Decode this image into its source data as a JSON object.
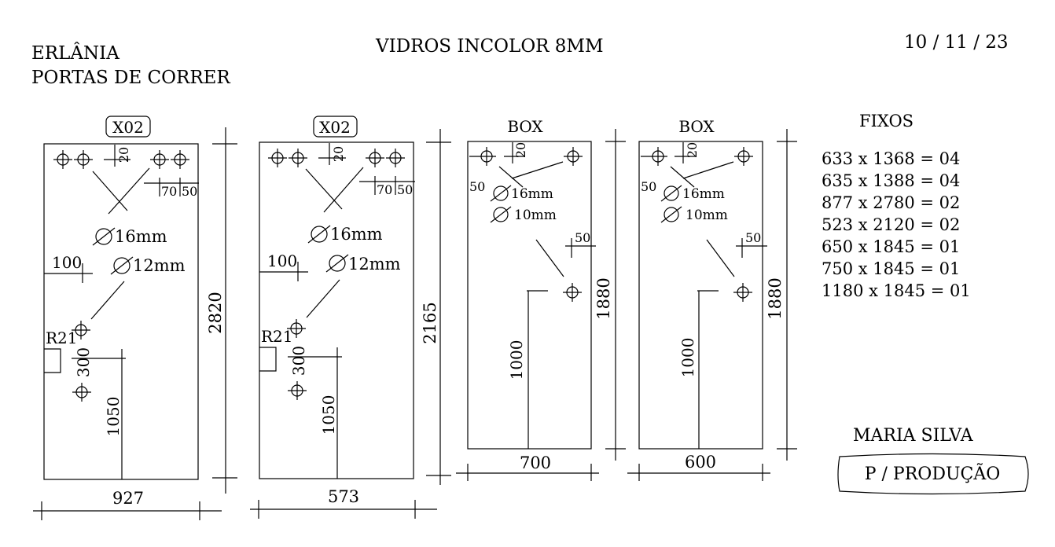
{
  "header": {
    "client": "ERLÂNIA",
    "product": "PORTAS DE CORRER",
    "glass": "VIDROS INCOLOR 8MM",
    "date": "10 / 11 / 23"
  },
  "panels": [
    {
      "label": "X02",
      "width": "927",
      "height": "2820",
      "hole_large": "16mm",
      "hole_small": "12mm",
      "dim_top": "20",
      "dim_70": "70",
      "dim_50": "50",
      "dim_100": "100",
      "radius": "R21",
      "dim_300": "300",
      "dim_1050": "1050"
    },
    {
      "label": "X02",
      "width": "573",
      "height": "2165",
      "hole_large": "16mm",
      "hole_small": "12mm",
      "dim_top": "20",
      "dim_70": "70",
      "dim_50": "50",
      "dim_100": "100",
      "radius": "R21",
      "dim_300": "300",
      "dim_1050": "1050"
    },
    {
      "label": "BOX",
      "width": "700",
      "height": "1880",
      "dim_top": "20",
      "dim_50_left": "50",
      "hole_large": "16mm",
      "hole_small": "10mm",
      "dim_50": "50",
      "dim_1000": "1000"
    },
    {
      "label": "BOX",
      "width": "600",
      "height": "1880",
      "dim_top": "20",
      "dim_50_left": "50",
      "hole_large": "16mm",
      "hole_small": "10mm",
      "dim_50": "50",
      "dim_1000": "1000"
    }
  ],
  "fixos": {
    "title": "FIXOS",
    "items": [
      "633 x 1368 = 04",
      "635 x 1388 = 04",
      "877 x 2780 = 02",
      "523 x 2120 = 02",
      "650 x 1845 = 01",
      "750 x 1845 = 01",
      "1180 x 1845 = 01"
    ]
  },
  "footer": {
    "name": "MARIA SILVA",
    "stamp": "P / PRODUÇÃO"
  }
}
